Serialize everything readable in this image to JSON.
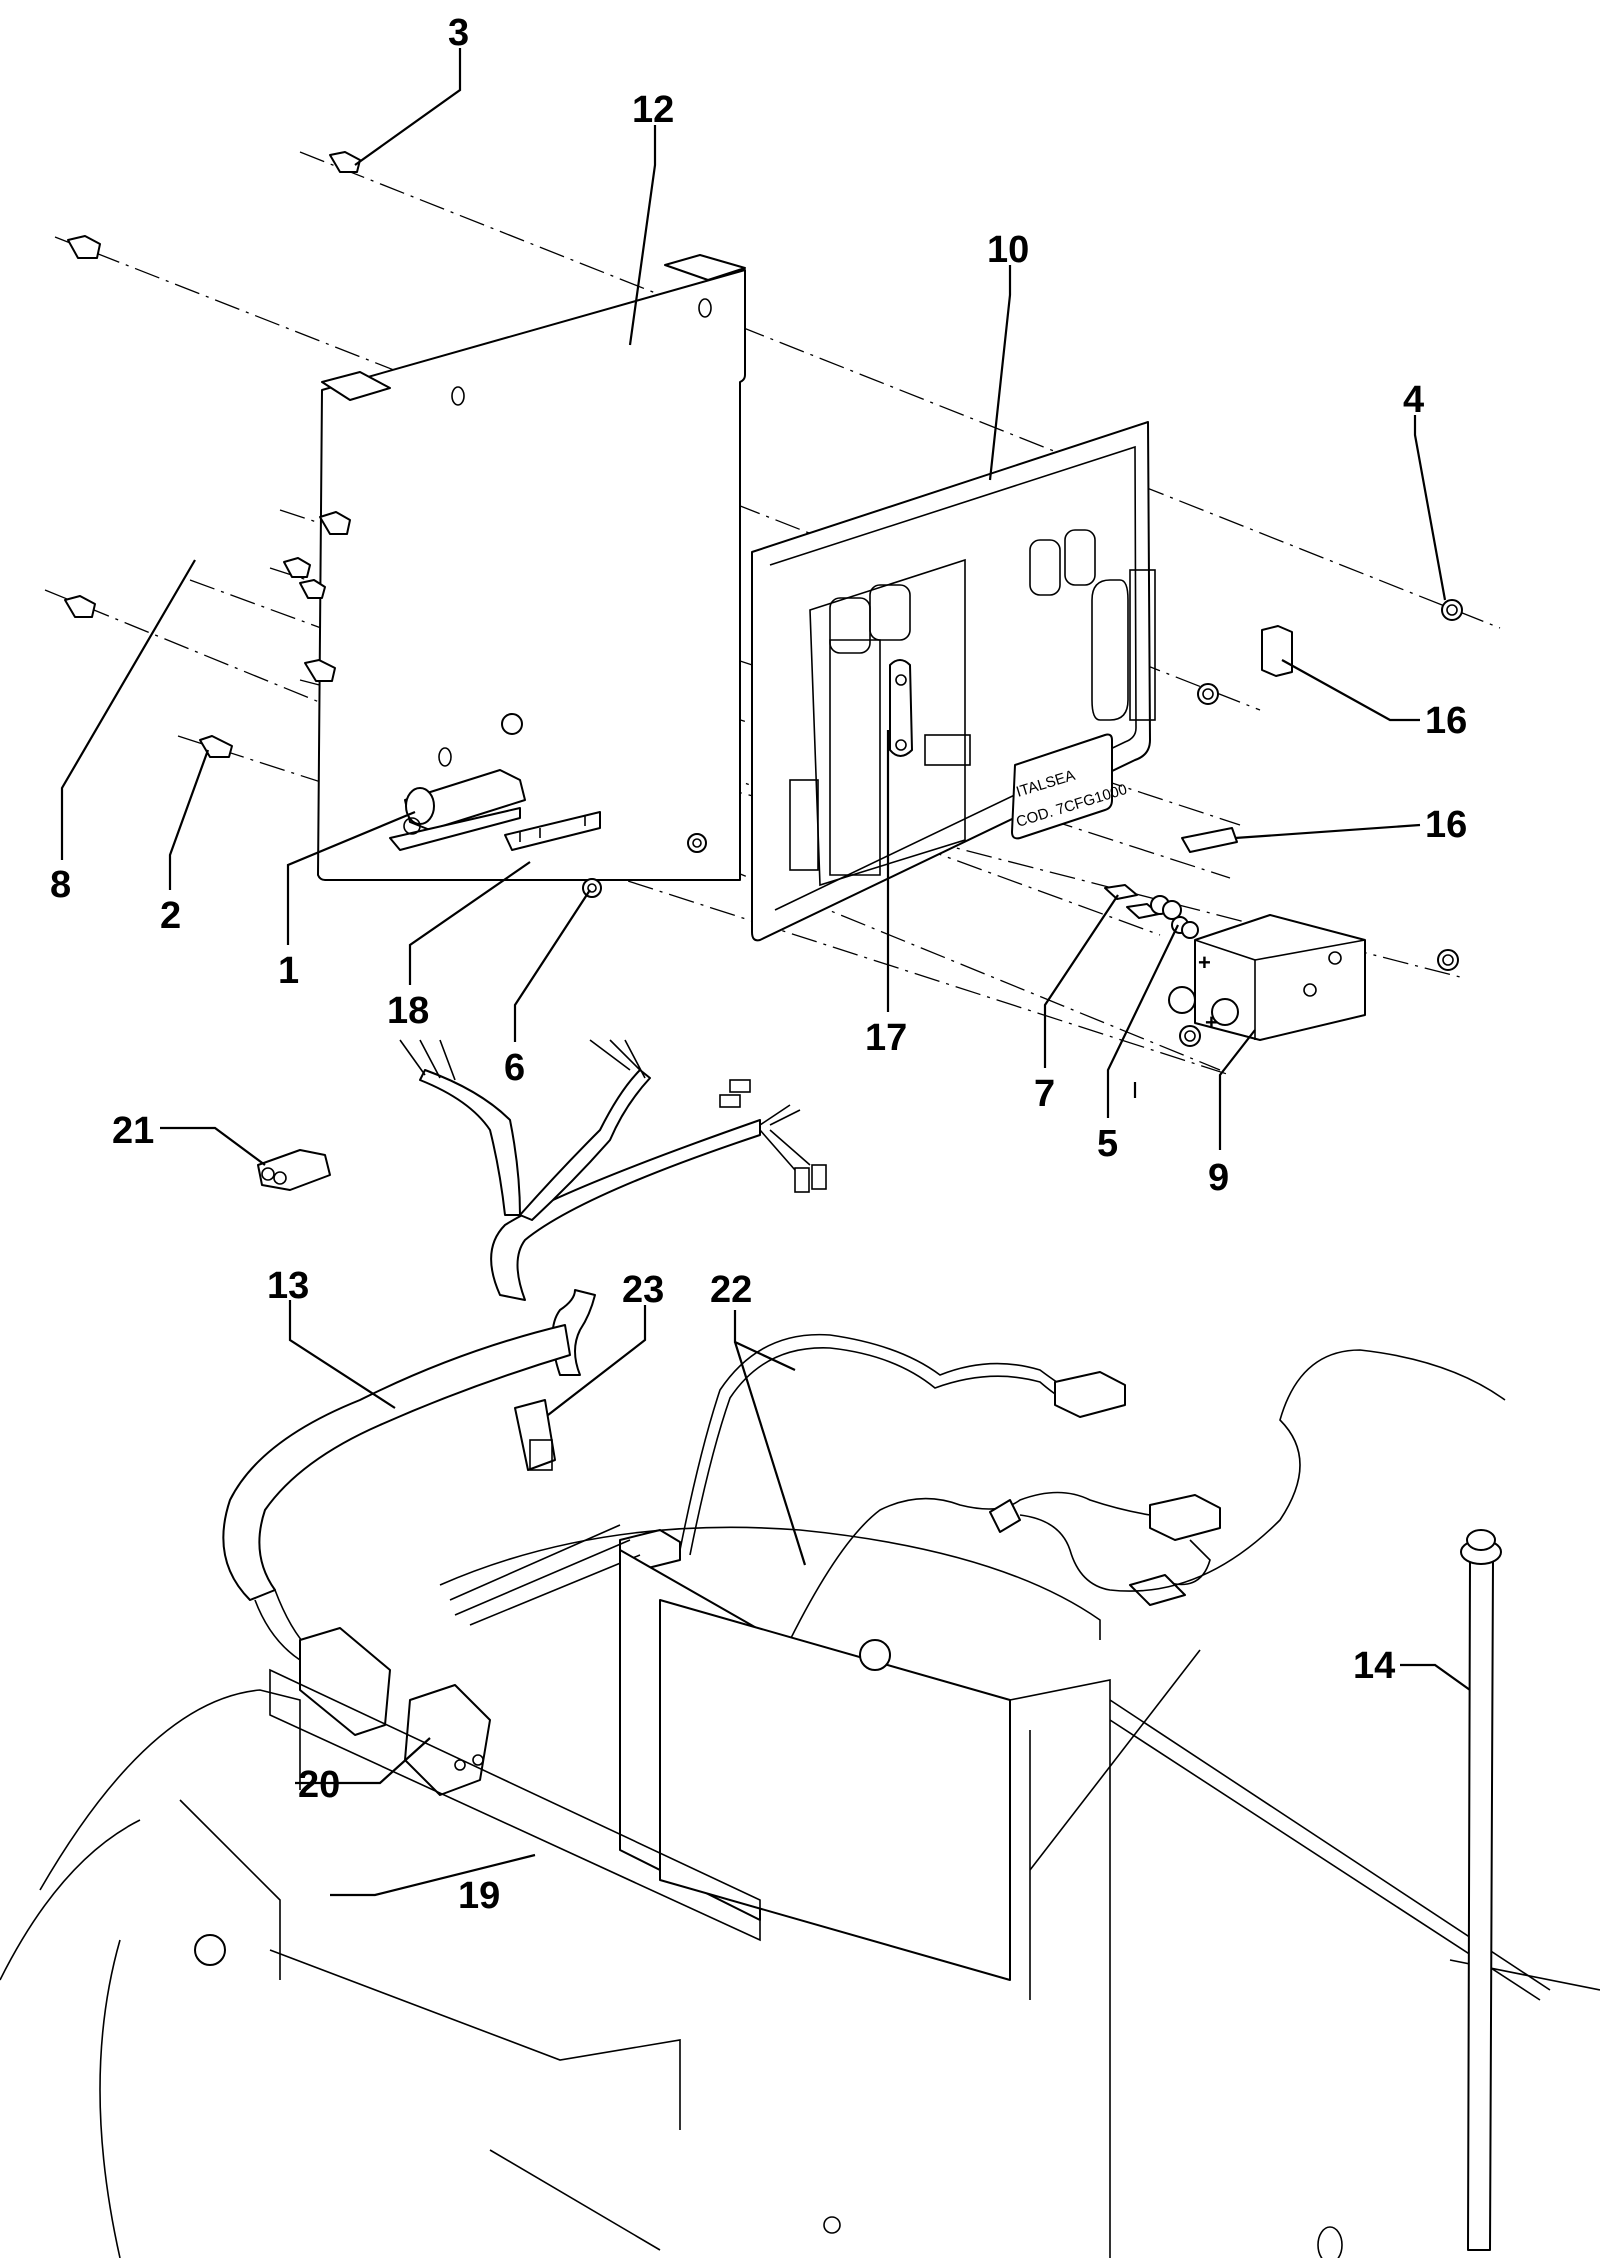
{
  "diagram": {
    "title": "",
    "type": "exploded-parts-diagram",
    "nameplate": {
      "brand": "ITALSEA",
      "code": "COD. 7CFG1000"
    },
    "terminal_signs": {
      "positive": "+",
      "positive2": "+"
    },
    "callouts": [
      {
        "id": "c1",
        "label": "1"
      },
      {
        "id": "c2",
        "label": "2"
      },
      {
        "id": "c3",
        "label": "3"
      },
      {
        "id": "c4",
        "label": "4"
      },
      {
        "id": "c5",
        "label": "5"
      },
      {
        "id": "c6",
        "label": "6"
      },
      {
        "id": "c7",
        "label": "7"
      },
      {
        "id": "c8",
        "label": "8"
      },
      {
        "id": "c9",
        "label": "9"
      },
      {
        "id": "c10",
        "label": "10"
      },
      {
        "id": "c12",
        "label": "12"
      },
      {
        "id": "c13",
        "label": "13"
      },
      {
        "id": "c14",
        "label": "14"
      },
      {
        "id": "c16a",
        "label": "16"
      },
      {
        "id": "c16b",
        "label": "16"
      },
      {
        "id": "c17",
        "label": "17"
      },
      {
        "id": "c18",
        "label": "18"
      },
      {
        "id": "c19",
        "label": "19"
      },
      {
        "id": "c20",
        "label": "20"
      },
      {
        "id": "c21",
        "label": "21"
      },
      {
        "id": "c22",
        "label": "22"
      },
      {
        "id": "c23",
        "label": "23"
      }
    ]
  }
}
